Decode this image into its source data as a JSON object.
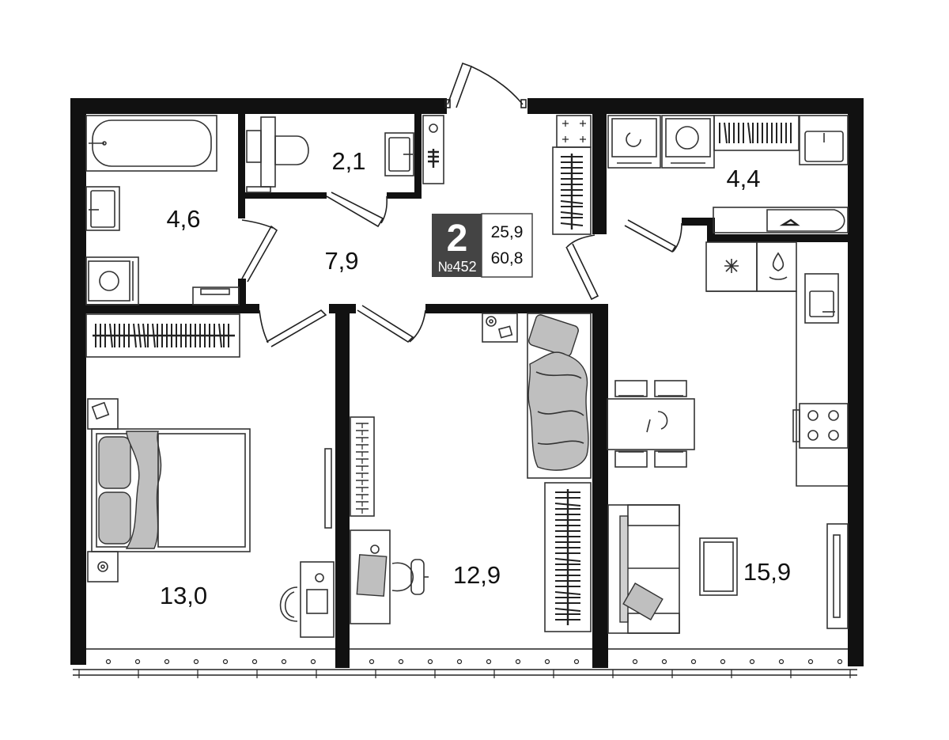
{
  "plan": {
    "rooms_count": "2",
    "apartment_number": "№452",
    "living_area": "25,9",
    "total_area": "60,8",
    "colors": {
      "wall": "#111111",
      "info_box": "#444444",
      "furniture_fill": "#bfbfbf"
    }
  },
  "rooms": [
    {
      "id": "bathroom",
      "area": "4,6"
    },
    {
      "id": "toilet",
      "area": "2,1"
    },
    {
      "id": "hallway",
      "area": "7,9"
    },
    {
      "id": "laundry",
      "area": "4,4"
    },
    {
      "id": "bedroom",
      "area": "13,0"
    },
    {
      "id": "kids-room",
      "area": "12,9"
    },
    {
      "id": "kitchen-living",
      "area": "15,9"
    }
  ]
}
